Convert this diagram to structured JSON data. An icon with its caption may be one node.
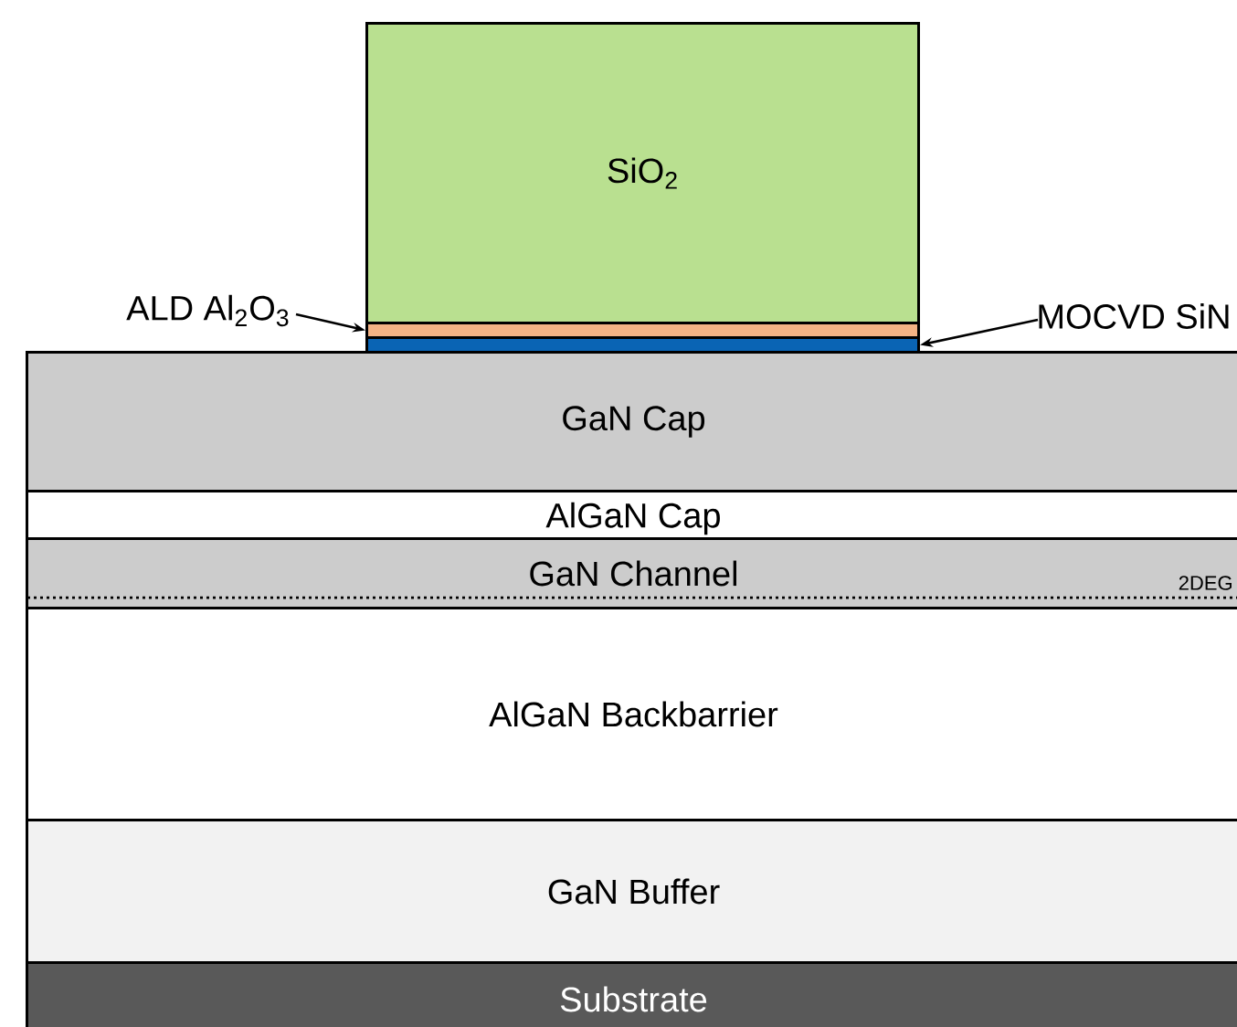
{
  "diagram": {
    "nodes": [
      {
        "text": [
          "SiO$_{2}$"
        ]
      },
      {
        "text": [
          "ALD Al$_{2}$O$_{3}$"
        ]
      },
      {
        "text": [
          "MOCVD SiN"
        ]
      },
      {
        "text": [],
        "shape": "bar"
      },
      {
        "text": [],
        "shape": "bar"
      },
      {
        "text": [
          "GaN Cap"
        ]
      },
      {
        "text": [
          "AlGaN Cap"
        ]
      },
      {
        "text": [
          "GaN Channel"
        ]
      },
      {
        "text": [
          "AlGaN Backbarrier"
        ]
      },
      {
        "text": [
          "GaN Buffer"
        ]
      },
      {
        "text": [
          "Substrate"
        ]
      }
    ],
    "edges": [
      {
        "from": 1,
        "to": 3,
        "arrow": "to"
      },
      {
        "from": 2,
        "to": 4,
        "arrow": "to"
      }
    ],
    "labels": [
      "2DEG"
    ]
  }
}
